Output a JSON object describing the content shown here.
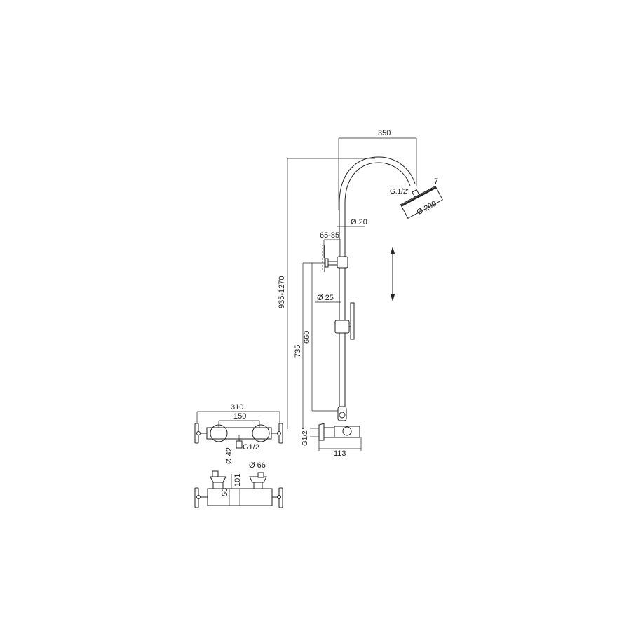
{
  "dimensions": {
    "head_reach": "350",
    "head_thickness": "7",
    "head_thread": "G.1/2\"",
    "head_diameter": "Ø 200",
    "arm_diameter": "Ø 20",
    "wall_distance": "65-85",
    "riser_diameter": "Ø 25",
    "total_height": "935-1270",
    "height_735": "735",
    "height_660": "660",
    "mixer_width": "310",
    "mixer_centres": "150",
    "body_diameter": "Ø 42",
    "outlet_thread": "G1/2",
    "knob_diameter": "Ø 66",
    "mixer_height_101": "101",
    "mixer_height_56": "56",
    "inlet_thread": "G1/2\"",
    "projection": "113"
  },
  "colors": {
    "line": "#222222",
    "background": "#ffffff"
  }
}
